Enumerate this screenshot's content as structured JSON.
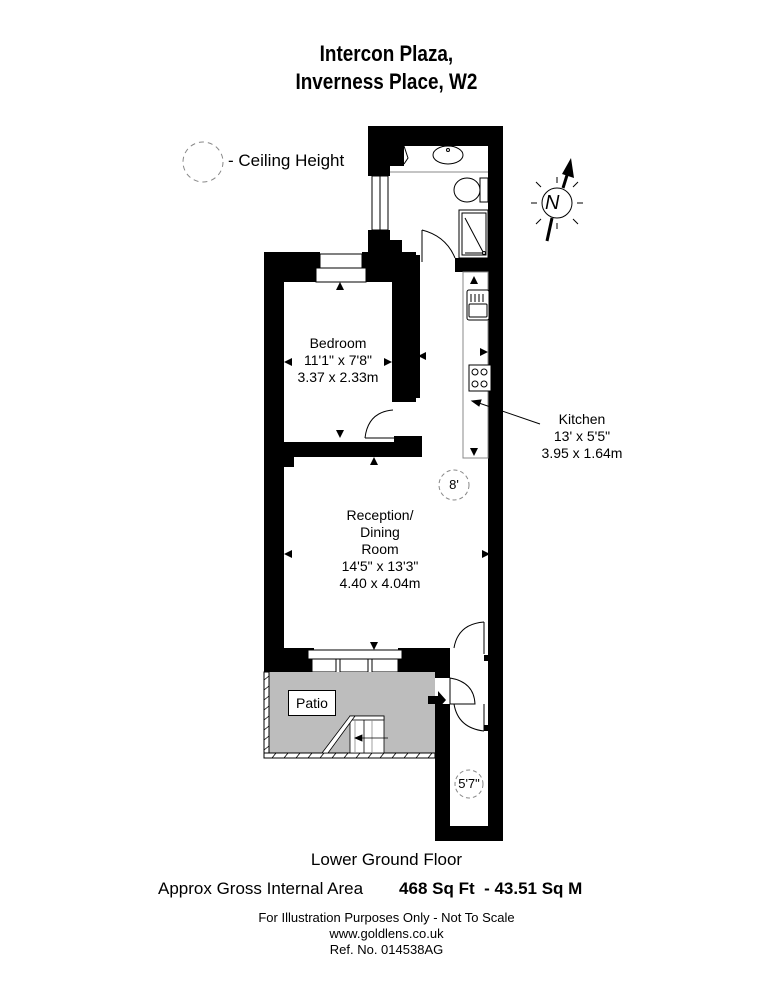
{
  "header": {
    "title_line1": "Intercon Plaza,",
    "title_line2": "Inverness Place, W2"
  },
  "legend": {
    "icon": "dashed-circle-icon",
    "label": "- Ceiling Height"
  },
  "compass": {
    "icon": "north-arrow-icon",
    "letter": "N"
  },
  "rooms": [
    {
      "name": "Bedroom",
      "imperial": "11'1\" x 7'8\"",
      "metric": "3.37 x 2.33m"
    },
    {
      "name": "Kitchen",
      "imperial": "13' x 5'5\"",
      "metric": "3.95 x 1.64m"
    },
    {
      "name_line1": "Reception/",
      "name_line2": "Dining",
      "name_line3": "Room",
      "imperial": "14'5\" x 13'3\"",
      "metric": "4.40 x 4.04m"
    },
    {
      "name": "Patio"
    }
  ],
  "ceiling_heights": [
    {
      "value": "8'"
    },
    {
      "value": "5'7\""
    }
  ],
  "footer": {
    "floor_name": "Lower Ground Floor",
    "area_label": "Approx Gross Internal Area",
    "area_value": "468 Sq Ft  - 43.51 Sq M",
    "disclaimer": "For Illustration Purposes Only - Not To Scale",
    "website": "www.goldlens.co.uk",
    "reference": "Ref. No. 014538AG"
  },
  "colors": {
    "wall": "#000000",
    "patio_fill": "#bdbdbd",
    "background": "#ffffff"
  }
}
